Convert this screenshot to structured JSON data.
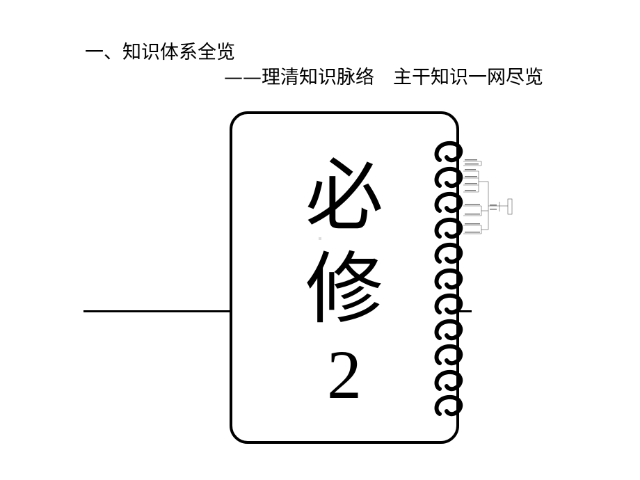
{
  "heading": "一、知识体系全览",
  "subheading": "——理清知识脉络　主干知识一网尽览",
  "notebook": {
    "line1": "必",
    "line2": "修",
    "line3": "2"
  }
}
